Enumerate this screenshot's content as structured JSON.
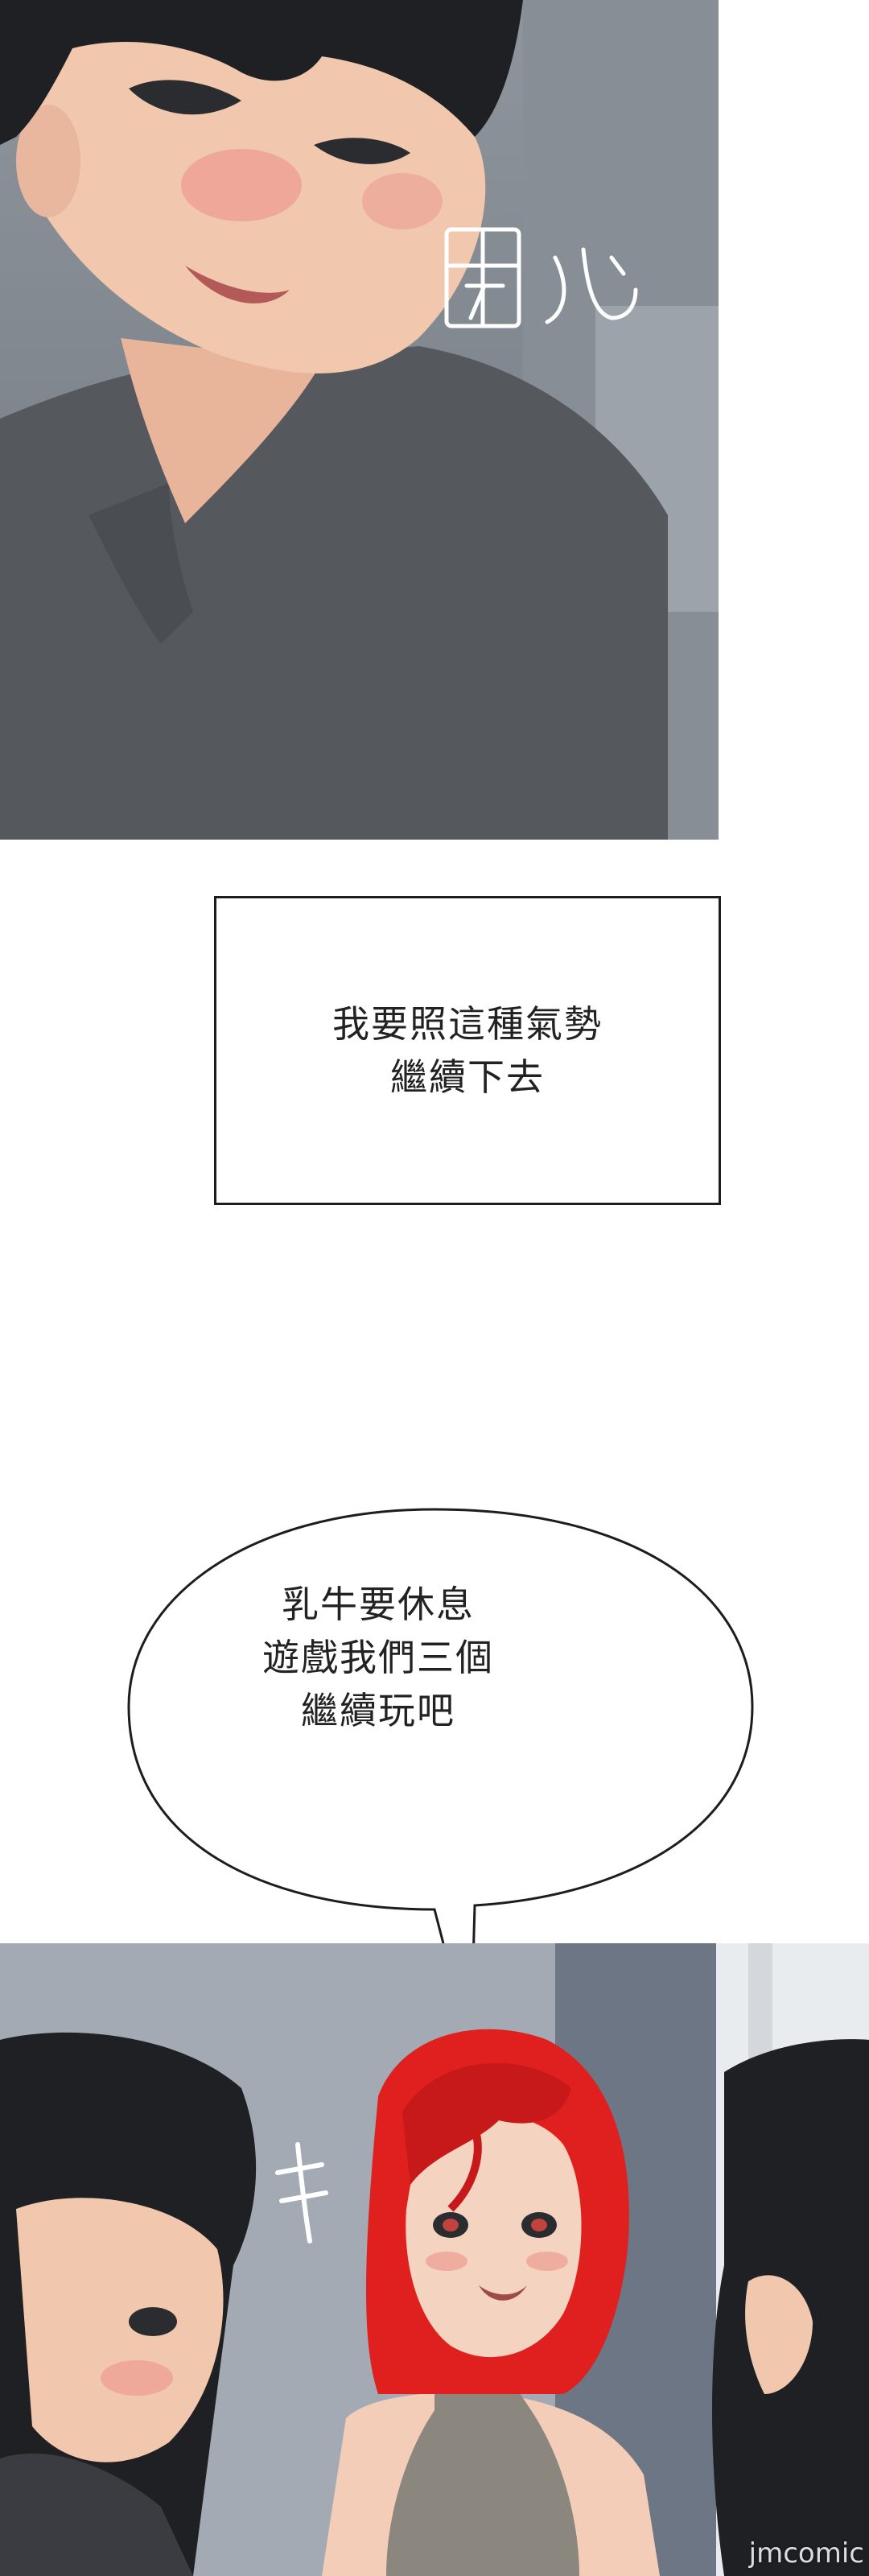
{
  "panel_top": {
    "sfx_text": "開心"
  },
  "caption": {
    "lines": [
      "我要照這種氣勢",
      "繼續下去"
    ]
  },
  "speech_bubble": {
    "lines": [
      "乳牛要休息",
      "遊戲我們三個",
      "繼續玩吧"
    ]
  },
  "panel_bottom": {
    "sfx_text": "キ"
  },
  "watermark": {
    "text": "jmcomic"
  },
  "colors": {
    "hair_dark": "#1f2024",
    "skin": "#f1c7ad",
    "shirt": "#55585d",
    "red_hair": "#e0201f",
    "top_knit": "#8c877e"
  }
}
